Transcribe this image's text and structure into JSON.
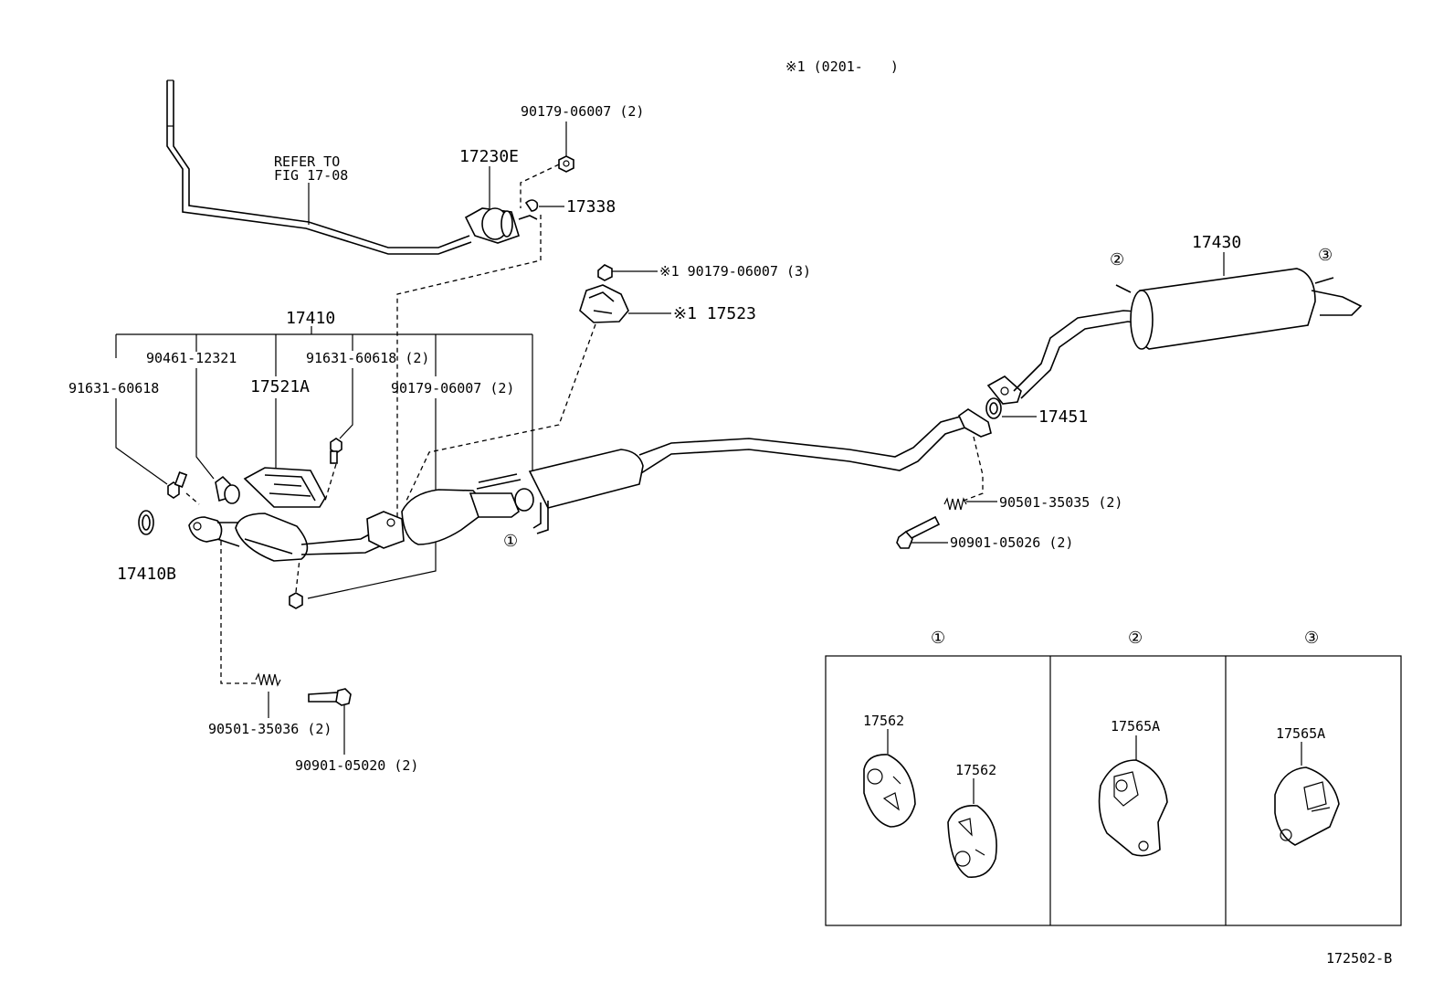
{
  "note": "※1 (0201-　　)",
  "refer": {
    "line1": "REFER TO",
    "line2": "FIG 17-08"
  },
  "callouts": {
    "c1": "①",
    "c2": "②",
    "c3": "③"
  },
  "parts": {
    "p_90179_top": "90179-06007 (2)",
    "p_17230E": "17230E",
    "p_17338": "17338",
    "p_90179_3": "※1 90179-06007 (3)",
    "p_17523": "※1 17523",
    "p_17410": "17410",
    "p_90461": "90461-12321",
    "p_91631_2": "91631-60618 (2)",
    "p_91631": "91631-60618",
    "p_17521A": "17521A",
    "p_90179_2": "90179-06007 (2)",
    "p_17410B": "17410B",
    "p_90501_36": "90501-35036 (2)",
    "p_90901_20": "90901-05020 (2)",
    "p_17430": "17430",
    "p_17451": "17451",
    "p_90501_35": "90501-35035 (2)",
    "p_90901_26": "90901-05026 (2)"
  },
  "inset": {
    "headers": [
      "①",
      "②",
      "③"
    ],
    "p_17562_a": "17562",
    "p_17562_b": "17562",
    "p_17565A_a": "17565A",
    "p_17565A_b": "17565A"
  },
  "figure_id": "172502-B"
}
